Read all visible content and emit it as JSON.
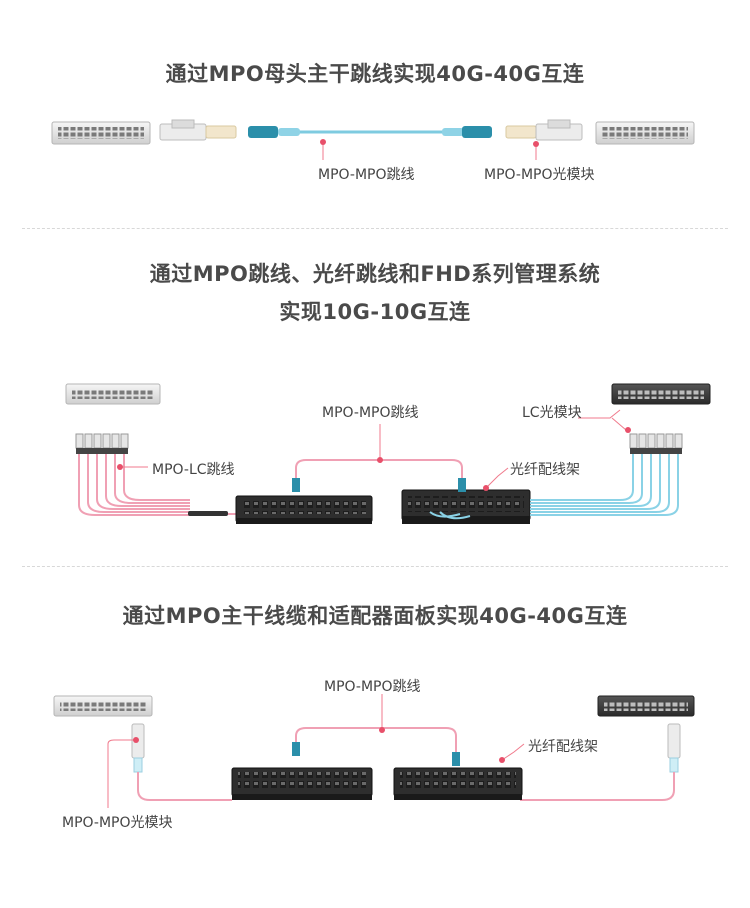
{
  "sections": [
    {
      "title": "通过MPO母头主干跳线实现40G-40G互连",
      "labels": [
        "MPO-MPO跳线",
        "MPO-MPO光模块"
      ]
    },
    {
      "title_lines": [
        "通过MPO跳线、光纤跳线和FHD系列管理系统",
        "实现10G-10G互连"
      ],
      "labels": [
        "MPO-MPO跳线",
        "LC光模块",
        "MPO-LC跳线",
        "光纤配线架"
      ]
    },
    {
      "title": "通过MPO主干线缆和适配器面板实现40G-40G互连",
      "labels": [
        "MPO-MPO跳线",
        "光纤配线架",
        "MPO-MPO光模块"
      ]
    }
  ],
  "colors": {
    "aqua_cable": "#7ecbe0",
    "pink_cable": "#f0a0b4",
    "marker": "#e8506a",
    "pointer": "#f07a8c",
    "device": "#e9e9e9",
    "dark_device": "#3b3b3b",
    "mpo_connector": "#2b8faa"
  }
}
